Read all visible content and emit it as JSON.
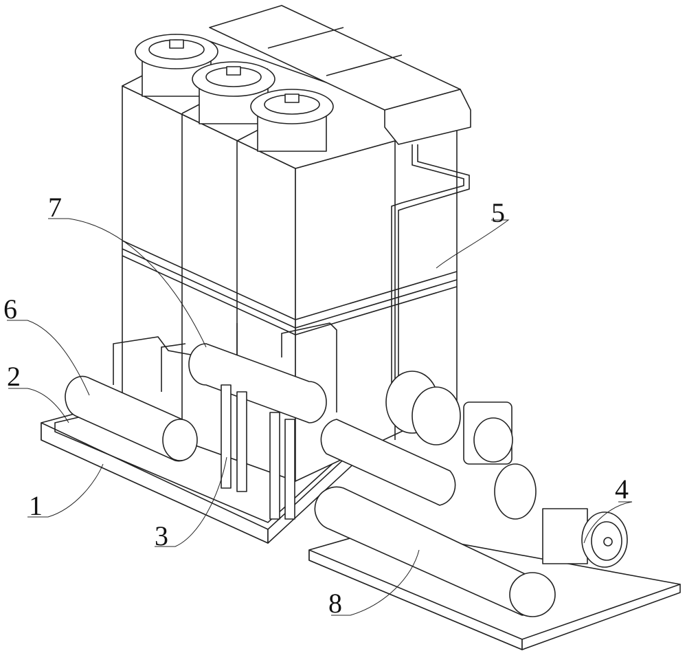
{
  "figure": {
    "labels": {
      "base_frame": "1",
      "support": "2",
      "bracket": "3",
      "compressor": "4",
      "tank_unit": "5",
      "separator_left": "6",
      "separator_middle": "7",
      "condenser": "8"
    }
  }
}
